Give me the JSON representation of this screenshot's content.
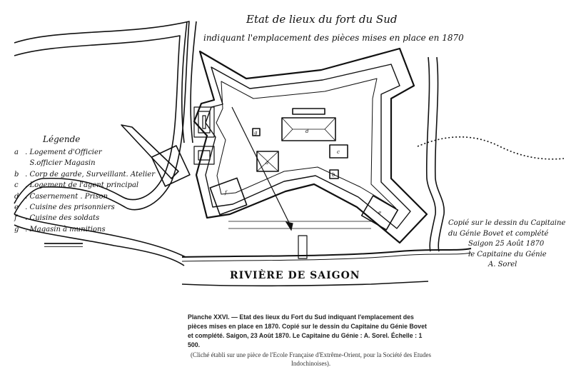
{
  "title": {
    "line1": "Etat de lieux du fort du Sud",
    "line2": "indiquant l'emplacement des pièces mises en place en 1870"
  },
  "legend": {
    "heading": "Légende",
    "items": [
      {
        "key": "a",
        "text": "Logement d'Officier"
      },
      {
        "key": "",
        "text": "S.officier Magasin"
      },
      {
        "key": "b",
        "text": "Corp de garde, Surveillant. Atelier"
      },
      {
        "key": "c",
        "text": "Logement de l'agent principal"
      },
      {
        "key": "d",
        "text": "Casernement . Prison"
      },
      {
        "key": "e",
        "text": "Cuisine des prisonniers"
      },
      {
        "key": "f",
        "text": "Cuisine des soldats"
      },
      {
        "key": "g",
        "text": "Magasin à munitions"
      }
    ]
  },
  "river_label": "RIVIÈRE DE SAIGON",
  "copy_note": {
    "lines": [
      "Copié sur le dessin du Capitaine",
      "du Génie Bovet et complété",
      "Saigon 25 Août 1870",
      "le Capitaine du Génie",
      "A. Sorel"
    ]
  },
  "map_tags": {
    "d": "d",
    "a": "a",
    "c": "c",
    "b": "b",
    "g": "g",
    "f": "f",
    "e": "e"
  },
  "caption": {
    "text": "Planche XXVI. — Etat des lieux du Fort du Sud indiquant l'emplacement des pièces mises en place en 1870. Copié sur le dessin du Capitaine du Génie Bovet et complété. Saigon, 23 Août 1870. Le Capitaine du Génie : A. Sorel. Échelle : 1 500.",
    "credit": "(Cliché établi sur une pièce de l'Ecole Française d'Extrême-Orient, pour la Société des Etudes Indochinoises)."
  }
}
